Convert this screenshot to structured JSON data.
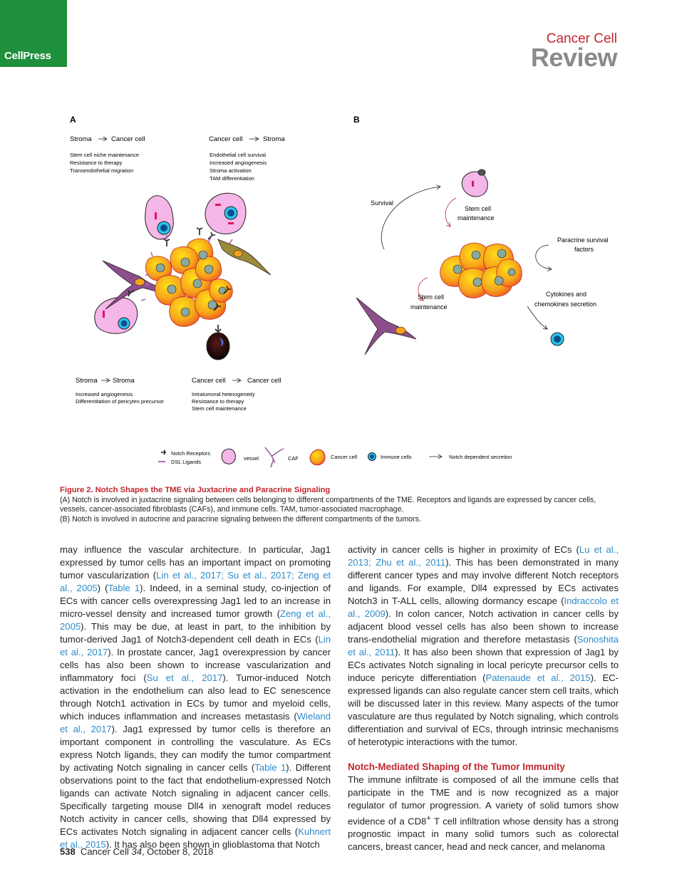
{
  "header": {
    "publisher_logo": "CellPress",
    "journal": "Cancer Cell",
    "section": "Review"
  },
  "figure": {
    "panel_a": {
      "label": "A",
      "top_left": {
        "from": "Stroma",
        "to": "Cancer cell",
        "items": [
          "Stem cell niche maintenance",
          "Resistance to therapy",
          "Transendothelial migration"
        ]
      },
      "top_right": {
        "from": "Cancer cell",
        "to": "Stroma",
        "items": [
          "Endothelial cell survival",
          "Increased angiogenesis",
          "Stroma activation",
          "TAM differentiation"
        ]
      },
      "bottom_left": {
        "from": "Stroma",
        "to": "Stroma",
        "items": [
          "Increased angiogenesis",
          "Differentitation of pericytes precursor"
        ]
      },
      "bottom_right": {
        "from": "Cancer cell",
        "to": "Cancer cell",
        "items": [
          "Intratumoral heterogeneity",
          "Resistance to therapy",
          "Stem cell maintenance"
        ]
      }
    },
    "panel_b": {
      "label": "B",
      "survival": "Survival",
      "stem_top_1": "Stem cell",
      "stem_top_2": "maintenance",
      "paracrine_1": "Paracrine survival",
      "paracrine_2": "factors",
      "stem_bottom_1": "Stem cell",
      "stem_bottom_2": "maintenance",
      "cytokines_1": "Cytokines and",
      "cytokines_2": "chemokines secretion"
    },
    "legend": {
      "notch_receptors": "Notch Receptors",
      "dsl_ligands": "DSL Ligands",
      "vessel": "vessel",
      "caf": "CAF",
      "cancer_cell": "Cancer cell",
      "immune_cells": "Immune cells",
      "secretion": "Notch dependent secretion"
    },
    "colors": {
      "cancer_fill": "#f6a31b",
      "vessel_fill": "#f5b6e8",
      "caf_fill": "#8c4f8c",
      "immune_fill": "#0a7fb8",
      "receptor": "#231f20",
      "ligand": "#b565b5"
    }
  },
  "caption": {
    "title": "Figure 2. Notch Shapes the TME via Juxtacrine and Paracrine Signaling",
    "a": "(A) Notch is involved in juxtacrine signaling between cells belonging to different compartments of the TME. Receptors and ligands are expressed by cancer cells, vessels, cancer-associated fibroblasts (CAFs), and immune cells. TAM, tumor-associated macrophage.",
    "b": "(B) Notch is involved in autocrine and paracrine signaling between the different compartments of the tumors."
  },
  "body": {
    "left": {
      "t1": "may influence the vascular architecture. In particular, Jag1 expressed by tumor cells has an important impact on promoting tumor vascularization (",
      "r1": "Lin et al., 2017; Su et al., 2017; Zeng et al., 2005",
      "t2": ") (",
      "r2": "Table 1",
      "t3": "). Indeed, in a seminal study, co-injection of ECs with cancer cells overexpressing Jag1 led to an increase in micro-vessel density and increased tumor growth (",
      "r3": "Zeng et al., 2005",
      "t4": "). This may be due, at least in part, to the inhibition by tumor-derived Jag1 of Notch3-dependent cell death in ECs (",
      "r4": "Lin et al., 2017",
      "t5": "). In prostate cancer, Jag1 overexpression by cancer cells has also been shown to increase vascularization and inflammatory foci (",
      "r5": "Su et al., 2017",
      "t6": "). Tumor-induced Notch activation in the endothelium can also lead to EC senescence through Notch1 activation in ECs by tumor and myeloid cells, which induces inflammation and increases metastasis (",
      "r6": "Wieland et al., 2017",
      "t7": "). Jag1 expressed by tumor cells is therefore an important component in controlling the vasculature. As ECs express Notch ligands, they can modify the tumor compartment by activating Notch signaling in cancer cells (",
      "r7": "Table 1",
      "t8": "). Different observations point to the fact that endothelium-expressed Notch ligands can activate Notch signaling in adjacent cancer cells. Specifically targeting mouse Dll4 in xenograft model reduces Notch activity in cancer cells, showing that Dll4 expressed by ECs activates Notch signaling in adjacent cancer cells (",
      "r8": "Kuhnert et al., 2015",
      "t9": "). It has also been shown in glioblastoma that Notch"
    },
    "right": {
      "t1": "activity in cancer cells is higher in proximity of ECs (",
      "r1": "Lu et al., 2013; Zhu et al., 2011",
      "t2": "). This has been demonstrated in many different cancer types and may involve different Notch receptors and ligands. For example, Dll4 expressed by ECs activates Notch3 in T-ALL cells, allowing dormancy escape (",
      "r2": "Indraccolo et al., 2009",
      "t3": "). In colon cancer, Notch activation in cancer cells by adjacent blood vessel cells has also been shown to increase trans-endothelial migration and therefore metastasis (",
      "r3": "Sonoshita et al., 2011",
      "t4": "). It has also been shown that expression of Jag1 by ECs activates Notch signaling in local pericyte precursor cells to induce pericyte differentiation (",
      "r4": "Patenaude et al., 2015",
      "t5": "). EC-expressed ligands can also regulate cancer stem cell traits, which will be discussed later in this review. Many aspects of the tumor vasculature are thus regulated by Notch signaling, which controls differentiation and survival of ECs, through intrinsic mechanisms of heterotypic interactions with the tumor.",
      "heading": "Notch-Mediated Shaping of the Tumor Immunity",
      "p2a": "The immune infiltrate is composed of all the immune cells that participate in the TME and is now recognized as a major regulator of tumor progression. A variety of solid tumors show evidence of a CD8",
      "p2sup": "+",
      "p2b": " T cell infiltration whose density has a strong prognostic impact in many solid tumors such as colorectal cancers, breast cancer, head and neck cancer, and melanoma"
    }
  },
  "footer": {
    "page": "538",
    "citation_a": "Cancer Cell ",
    "volume": "34",
    "citation_b": ", October 8, 2018"
  }
}
